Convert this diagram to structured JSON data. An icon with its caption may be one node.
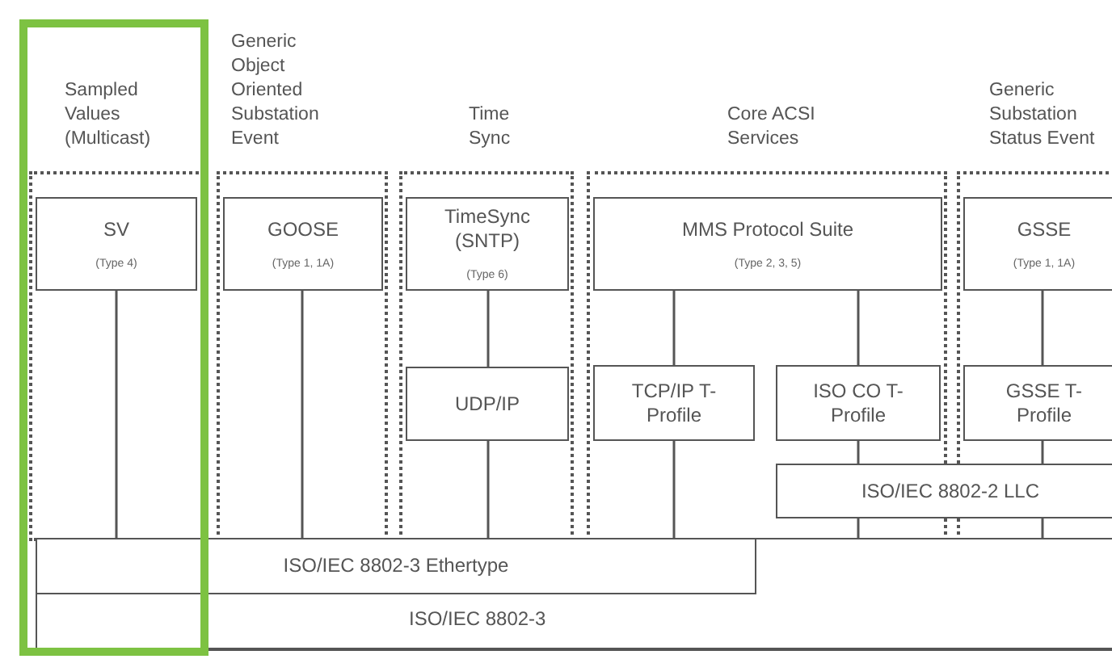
{
  "diagram": {
    "nodes": [
      {
        "text": [
          "Sampled Values (Multicast)"
        ]
      },
      {
        "text": [
          "SV",
          "(Type 4)"
        ],
        "in": 0
      },
      {
        "text": [
          "Generic Object Oriented Substation Event"
        ]
      },
      {
        "text": [
          "GOOSE",
          "(Type 1, 1A)"
        ],
        "in": 2
      },
      {
        "text": [
          "Time Sync"
        ]
      },
      {
        "text": [
          "TimeSync (SNTP)",
          "(Type 6)"
        ],
        "in": 4
      },
      {
        "text": [
          "UDP/IP"
        ],
        "in": 4
      },
      {
        "text": [
          "Core ACSI Services"
        ]
      },
      {
        "text": [
          "MMS Protocol Suite",
          "(Type 2, 3, 5)"
        ],
        "in": 7
      },
      {
        "text": [
          "TCP/IP T-Profile"
        ],
        "in": 7
      },
      {
        "text": [
          "ISO CO T-Profile"
        ],
        "in": 7
      },
      {
        "text": [
          "Generic Substation Status Event"
        ]
      },
      {
        "text": [
          "GSSE",
          "(Type 1, 1A)"
        ],
        "in": 11
      },
      {
        "text": [
          "GSSE T-Profile"
        ],
        "in": 11
      },
      {
        "text": [
          "ISO/IEC 8802-2 LLC"
        ]
      },
      {
        "text": [
          "ISO/IEC 8802-3"
        ]
      },
      {
        "text": [
          "ISO/IEC 8802-3 Ethertype"
        ],
        "in": 15
      }
    ],
    "edges": [
      {
        "from": 1,
        "to": 16,
        "arrow": "none"
      },
      {
        "from": 3,
        "to": 16,
        "arrow": "none"
      },
      {
        "from": 5,
        "to": 6,
        "arrow": "none"
      },
      {
        "from": 6,
        "to": 16,
        "arrow": "none"
      },
      {
        "from": 8,
        "to": 9,
        "arrow": "none"
      },
      {
        "from": 8,
        "to": 10,
        "arrow": "none"
      },
      {
        "from": 9,
        "to": 16,
        "arrow": "none"
      },
      {
        "from": 10,
        "to": 14,
        "arrow": "none"
      },
      {
        "from": 14,
        "to": 15,
        "arrow": "none"
      },
      {
        "from": 12,
        "to": 13,
        "arrow": "none"
      },
      {
        "from": 13,
        "to": 14,
        "arrow": "none"
      },
      {
        "from": 14,
        "to": 15,
        "arrow": "none"
      }
    ]
  }
}
